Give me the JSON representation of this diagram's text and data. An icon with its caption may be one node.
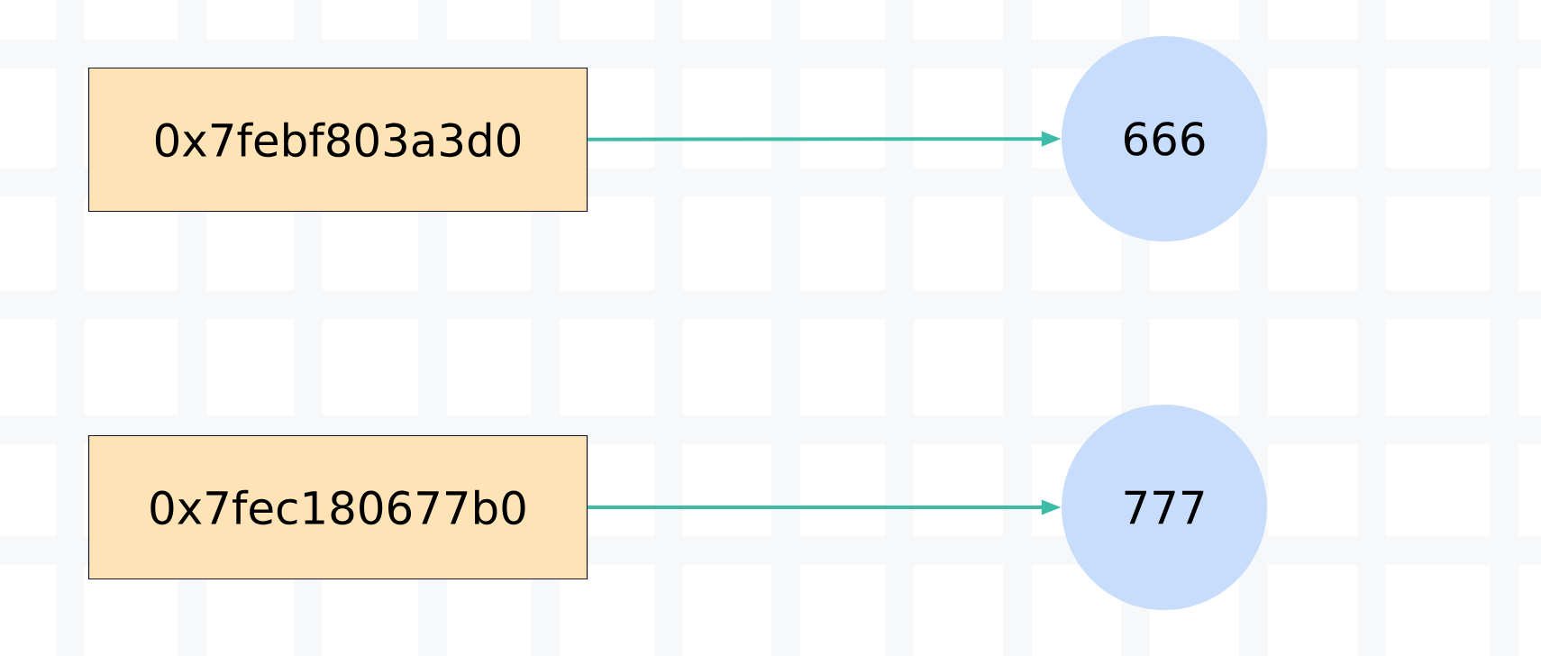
{
  "diagram": {
    "nodes": [
      {
        "text": [
          "0x7febf803a3d0"
        ]
      },
      {
        "text": [
          "666"
        ]
      },
      {
        "text": [
          "0x7fec180677b0"
        ]
      },
      {
        "text": [
          "777"
        ]
      }
    ],
    "edges": [
      {
        "from": 0,
        "to": 1,
        "arrow": "to"
      },
      {
        "from": 2,
        "to": 3,
        "arrow": "to"
      }
    ]
  }
}
